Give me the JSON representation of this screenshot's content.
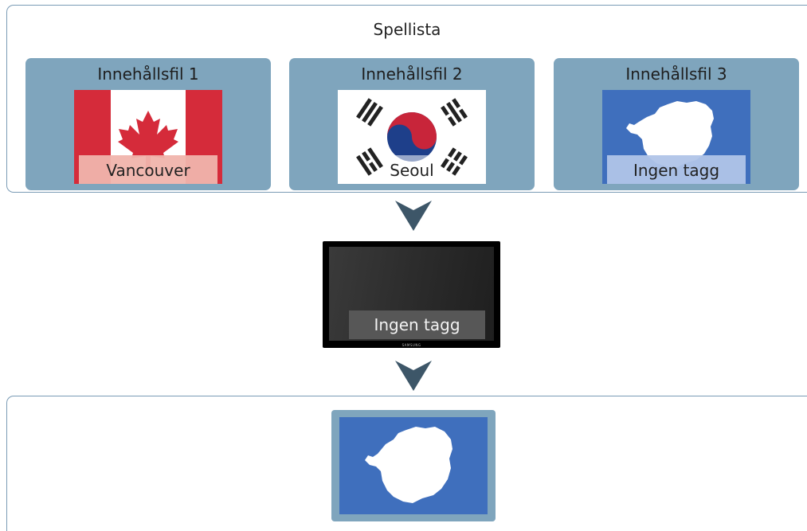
{
  "playlist": {
    "title": "Spellista",
    "items": [
      {
        "title": "Innehållsfil 1",
        "tag": "Vancouver",
        "image": "canada-flag"
      },
      {
        "title": "Innehållsfil 2",
        "tag": "Seoul",
        "image": "south-korea-flag"
      },
      {
        "title": "Innehållsfil 3",
        "tag": "Ingen tagg",
        "image": "antarctica-flag"
      }
    ]
  },
  "display": {
    "tag": "Ingen tagg",
    "brand": "SAMSUNG"
  },
  "result": {
    "image": "antarctica-flag"
  },
  "colors": {
    "panel_border": "#7a9bb5",
    "card_bg": "#7fa5bd",
    "arrow": "#3d5668",
    "canada_red": "#d52b3a",
    "korea_red": "#c8253a",
    "korea_blue": "#1e3f8a",
    "antarctica_blue": "#3f6fbd"
  }
}
